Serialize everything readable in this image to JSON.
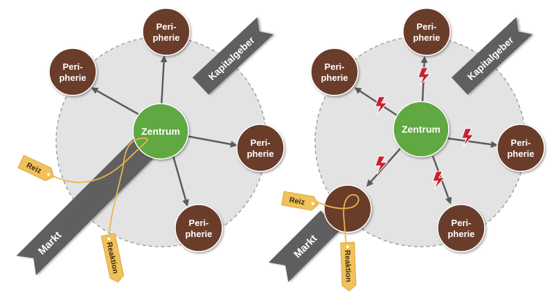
{
  "colors": {
    "background_circle": "#e3e3e4",
    "circle_border": "#9a9a9a",
    "center": "#5fa843",
    "periphery": "#6b3d2c",
    "arrow": "#5a5a5a",
    "banner": "#5e5e5e",
    "tag": "#f1c25b",
    "string": "#ebb54a",
    "lightning": "#c8202f"
  },
  "left_diagram": {
    "center_label": "Zentrum",
    "periphery_nodes": [
      {
        "line1": "Peri-",
        "line2": "pherie"
      },
      {
        "line1": "Peri-",
        "line2": "pherie"
      },
      {
        "line1": "Peri-",
        "line2": "pherie"
      },
      {
        "line1": "Peri-",
        "line2": "pherie"
      }
    ],
    "investor_label": "Kapitalgeber",
    "market_label": "Markt",
    "stimulus_label": "Reiz",
    "reaction_label": "Reaktion"
  },
  "right_diagram": {
    "center_label": "Zentrum",
    "periphery_nodes": [
      {
        "line1": "Peri-",
        "line2": "pherie"
      },
      {
        "line1": "Peri-",
        "line2": "pherie"
      },
      {
        "line1": "Peri-",
        "line2": "pherie"
      },
      {
        "line1": "Peri-",
        "line2": "pherie"
      }
    ],
    "investor_label": "Kapitalgeber",
    "market_label": "Markt",
    "stimulus_label": "Reiz",
    "reaction_label": "Reaktion"
  }
}
